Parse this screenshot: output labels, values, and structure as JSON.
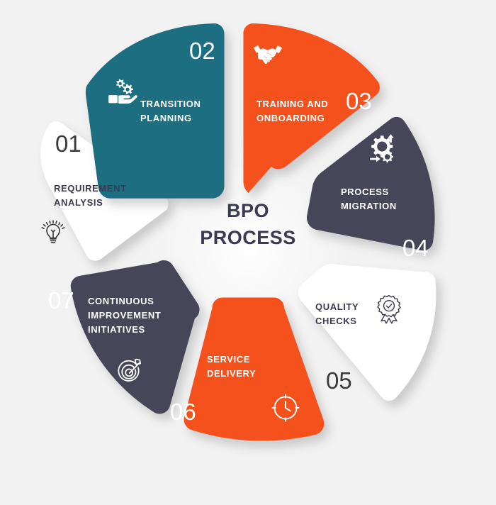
{
  "center": {
    "line1": "BPO",
    "line2": "PROCESS"
  },
  "colors": {
    "background": "#f2f2f2",
    "teal": "#1e6e80",
    "orange": "#f4511e",
    "slate": "#474458",
    "white": "#ffffff",
    "dark_text": "#3c3a51",
    "number_dark": "#3b3b3b"
  },
  "segments": [
    {
      "number": "01",
      "label_line1": "REQUIREMENT",
      "label_line2": "ANALYSIS",
      "color": "#ffffff",
      "text_color": "#3c3a51",
      "icon": "lightbulb-icon"
    },
    {
      "number": "02",
      "label_line1": "TRANSITION",
      "label_line2": "PLANNING",
      "color": "#1e6e80",
      "text_color": "#ffffff",
      "icon": "hand-gears-icon"
    },
    {
      "number": "03",
      "label_line1": "TRAINING AND",
      "label_line2": "ONBOARDING",
      "color": "#f4511e",
      "text_color": "#ffffff",
      "icon": "handshake-icon"
    },
    {
      "number": "04",
      "label_line1": "PROCESS",
      "label_line2": "MIGRATION",
      "color": "#474458",
      "text_color": "#ffffff",
      "icon": "gear-arrows-icon"
    },
    {
      "number": "05",
      "label_line1": "QUALITY",
      "label_line2": "CHECKS",
      "color": "#ffffff",
      "text_color": "#3c3a51",
      "icon": "quality-badge-icon"
    },
    {
      "number": "06",
      "label_line1": "SERVICE",
      "label_line2": "DELIVERY",
      "color": "#f4511e",
      "text_color": "#ffffff",
      "icon": "clock-icon"
    },
    {
      "number": "07",
      "label_line1": "CONTINUOUS",
      "label_line2": "IMPROVEMENT",
      "label_line3": "INITIATIVES",
      "color": "#474458",
      "text_color": "#ffffff",
      "icon": "target-arrow-icon"
    }
  ]
}
